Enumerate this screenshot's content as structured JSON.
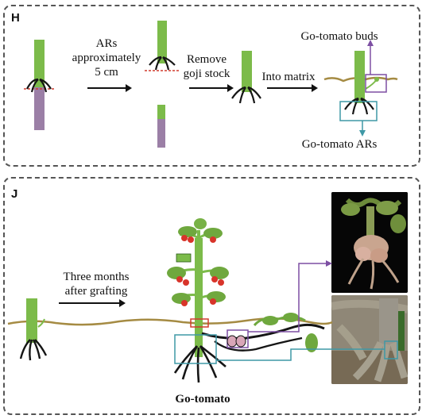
{
  "panel_h": {
    "label": "H",
    "step1": [
      "ARs",
      "approximately",
      "5 cm"
    ],
    "step2": [
      "Remove",
      "goji stock"
    ],
    "step3": "Into matrix",
    "buds_label": "Go-tomato buds",
    "ars_label": "Go-tomato ARs"
  },
  "panel_j": {
    "label": "J",
    "step": [
      "Three months",
      "after grafting"
    ],
    "plant_label": "Go-tomato"
  },
  "colors": {
    "stem_green": "#7cbb4a",
    "stock_purple": "#9b7fa6",
    "soil_line": "#a58b43",
    "root_black": "#151515",
    "connector_purple": "#7d4fa3",
    "connector_teal": "#3f98a6",
    "cut_red": "#d13b2e",
    "fruit_red": "#d8342a"
  }
}
